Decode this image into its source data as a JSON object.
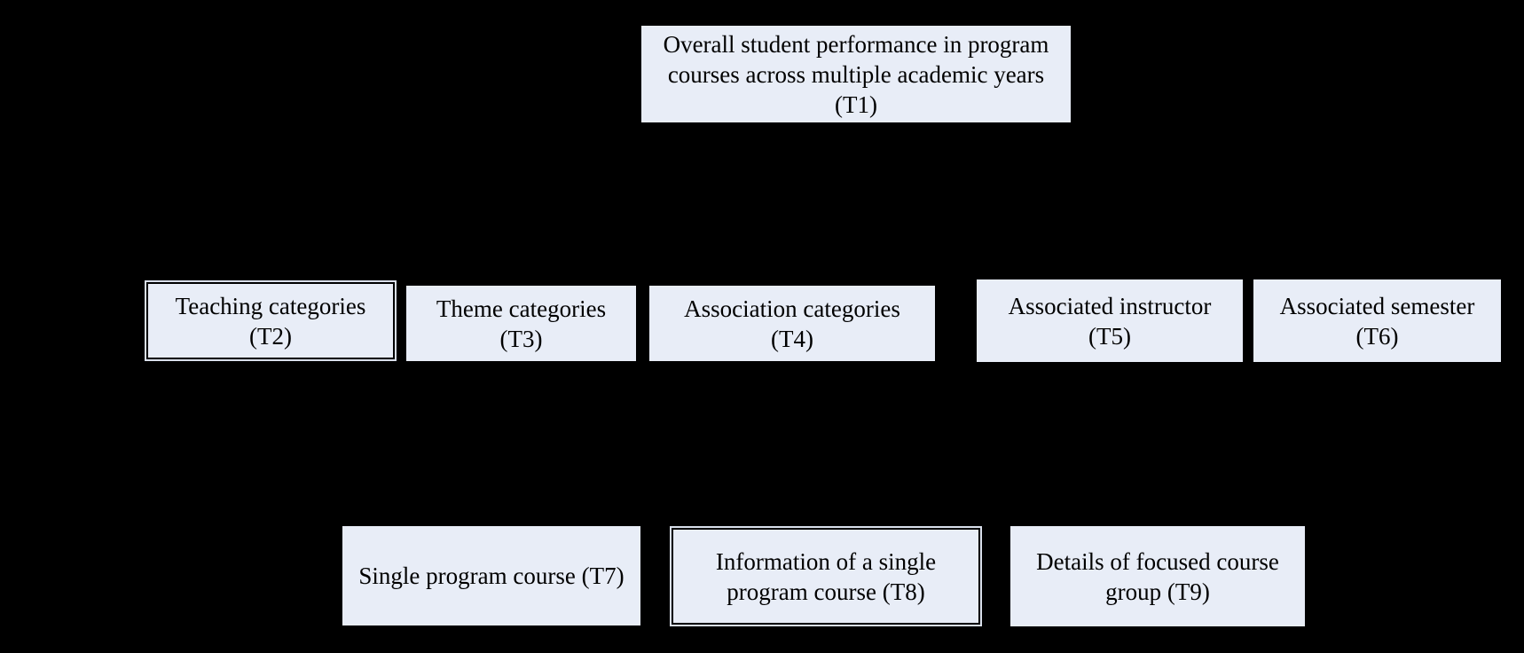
{
  "colors": {
    "background": "#000000",
    "node_fill": "#e8edf7",
    "node_text": "#000000",
    "highlight_border": "#000000",
    "highlight_halo": "#d9dfeb"
  },
  "nodes": [
    {
      "id": "T1",
      "label": "Overall student performance in program courses across multiple academic years (T1)",
      "bordered": false
    },
    {
      "id": "T2",
      "label": "Teaching categories (T2)",
      "bordered": true
    },
    {
      "id": "T3",
      "label": "Theme categories (T3)",
      "bordered": false
    },
    {
      "id": "T4",
      "label": "Association categories (T4)",
      "bordered": false
    },
    {
      "id": "T5",
      "label": "Associated instructor (T5)",
      "bordered": false
    },
    {
      "id": "T6",
      "label": "Associated semester (T6)",
      "bordered": false
    },
    {
      "id": "T7",
      "label": "Single program course (T7)",
      "bordered": false
    },
    {
      "id": "T8",
      "label": "Information of a single program course (T8)",
      "bordered": true
    },
    {
      "id": "T9",
      "label": "Details of focused course group (T9)",
      "bordered": false
    }
  ]
}
